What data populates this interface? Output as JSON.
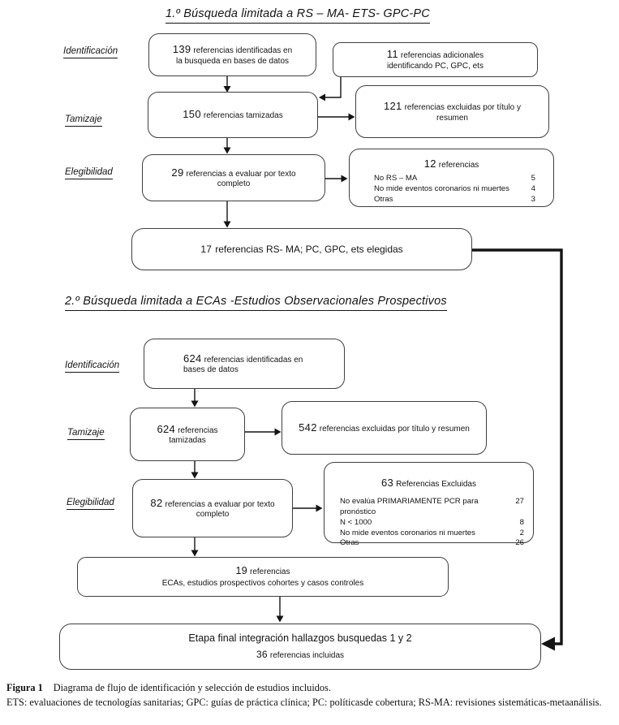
{
  "colors": {
    "ink": "#141414",
    "box_border": "#3f3f3f",
    "background": "#ffffff"
  },
  "stage_labels": {
    "identificacion": "Identificación",
    "tamizaje": "Tamizaje",
    "elegibilidad": "Elegibilidad"
  },
  "flow1": {
    "title": "1.º Búsqueda limitada a RS – MA- ETS- GPC-PC",
    "identified": {
      "number": "139",
      "text": "referencias identificadas en la busqueda en bases de datos"
    },
    "additional": {
      "number": "11",
      "text": "referencias adicionales identificando PC, GPC, ets"
    },
    "screened": {
      "number": "150",
      "text": "referencias tamizadas"
    },
    "excluded_title": {
      "number": "121",
      "text": "referencias excluidas por título y resumen"
    },
    "fulltext": {
      "number": "29",
      "text": "referencias a evaluar por texto completo"
    },
    "excluded_detail": {
      "number": "12",
      "heading": "referencias",
      "rows": [
        {
          "label": "No RS – MA",
          "value": "5"
        },
        {
          "label": "No mide eventos coronarios ni muertes",
          "value": "4"
        },
        {
          "label": "Otras",
          "value": "3"
        }
      ]
    },
    "selected": {
      "number": "17",
      "text": "referencias RS- MA; PC, GPC, ets elegidas"
    }
  },
  "flow2": {
    "title": "2.º Búsqueda limitada a ECAs -Estudios Observacionales Prospectivos",
    "identified": {
      "number": "624",
      "text": "referencias identificadas en bases de datos"
    },
    "screened": {
      "number": "624",
      "text": "referencias tamizadas"
    },
    "excluded_title": {
      "number": "542",
      "text": "referencias excluidas por título y resumen"
    },
    "fulltext": {
      "number": "82",
      "text": "referencias a evaluar por texto completo"
    },
    "excluded_detail": {
      "number": "63",
      "heading": "Referencias Excluidas",
      "rows": [
        {
          "label": "No evalúa PRIMARIAMENTE PCR para pronóstico",
          "value": "27"
        },
        {
          "label": "N < 1000",
          "value": "8"
        },
        {
          "label": "No mide eventos coronarios ni muertes",
          "value": "2"
        },
        {
          "label": "Otras",
          "value": "26"
        }
      ]
    },
    "included": {
      "number": "19",
      "heading": "referencias",
      "subtext": "ECAs, estudios prospectivos cohortes y casos controles"
    }
  },
  "final": {
    "line1": "Etapa final integración hallazgos busquedas 1 y 2",
    "number": "36",
    "text": "referencias incluidas"
  },
  "caption": {
    "figure_label": "Figura 1",
    "figure_text": "Diagrama de flujo de identificación y selección de estudios incluidos.",
    "abbreviations": "ETS: evaluaciones de tecnologías sanitarias; GPC: guías de práctica clínica; PC: políticasde cobertura; RS-MA: revisiones sistemáticas-metaanálisis."
  }
}
